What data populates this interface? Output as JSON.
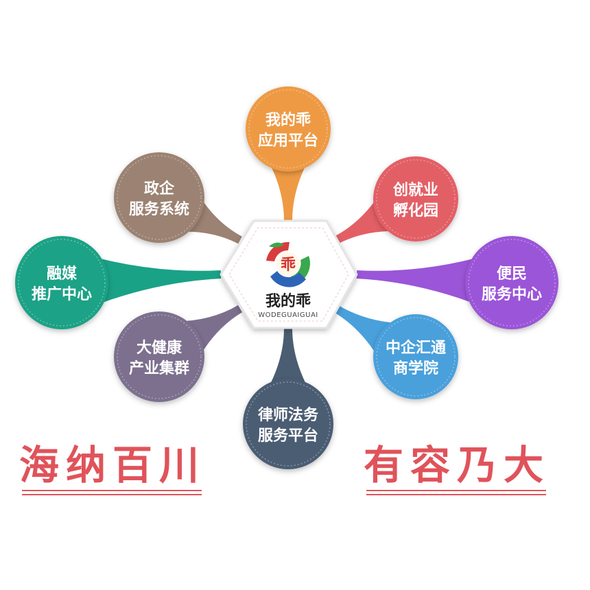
{
  "center": {
    "title": "我的乖",
    "subtitle": "WODEGUAIGUAI",
    "logo_char": "乖"
  },
  "nodes": [
    {
      "id": "app-platform",
      "line1": "我的乖",
      "line2": "应用平台",
      "color": "#ee9a44"
    },
    {
      "id": "startup-incubator",
      "line1": "创就业",
      "line2": "孵化园",
      "color": "#e35f66"
    },
    {
      "id": "citizen-service",
      "line1": "便民",
      "line2": "服务中心",
      "color": "#9b55d8"
    },
    {
      "id": "business-school",
      "line1": "中企汇通",
      "line2": "商学院",
      "color": "#4aa0db"
    },
    {
      "id": "legal-service",
      "line1": "律师法务",
      "line2": "服务平台",
      "color": "#4b5d73"
    },
    {
      "id": "health-industry",
      "line1": "大健康",
      "line2": "产业集群",
      "color": "#7c6f8e"
    },
    {
      "id": "media-promotion",
      "line1": "融媒",
      "line2": "推广中心",
      "color": "#1aa286"
    },
    {
      "id": "government-service",
      "line1": "政企",
      "line2": "服务系统",
      "color": "#9b8272"
    }
  ],
  "slogans": {
    "left": "海纳百川",
    "right": "有容乃大",
    "color": "#e0535a"
  }
}
